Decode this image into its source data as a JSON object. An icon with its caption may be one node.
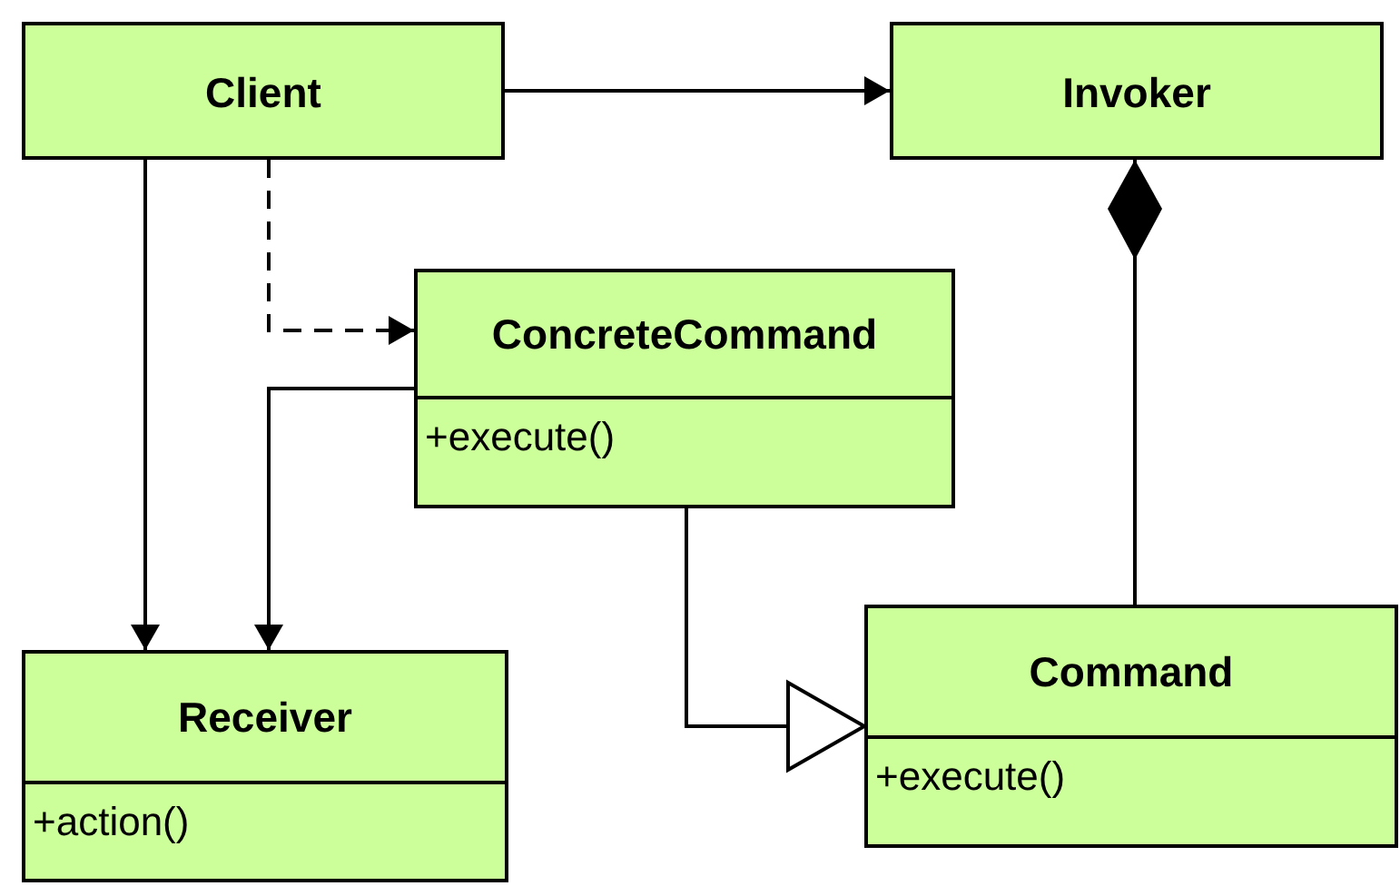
{
  "diagram": {
    "nodes": [
      {
        "text": [
          "Client"
        ]
      },
      {
        "text": [
          "Invoker"
        ]
      },
      {
        "text": [
          "ConcreteCommand",
          "+execute()"
        ]
      },
      {
        "text": [
          "Receiver",
          "+action()"
        ]
      },
      {
        "text": [
          "Command",
          "+execute()"
        ]
      }
    ],
    "edges": [
      {
        "from": 0,
        "to": 1,
        "arrow": "to"
      },
      {
        "from": 0,
        "to": 2,
        "arrow": "to",
        "style": "dashed"
      },
      {
        "from": 0,
        "to": 3,
        "arrow": "to"
      },
      {
        "from": 2,
        "to": 3,
        "arrow": "to"
      },
      {
        "from": 2,
        "to": 4,
        "arrow": "to"
      },
      {
        "from": 1,
        "to": 4,
        "arrow": "other"
      }
    ]
  }
}
